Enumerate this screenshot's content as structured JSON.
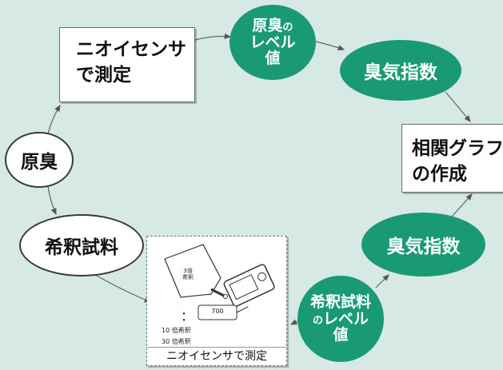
{
  "nodes": {
    "sensor_top": {
      "line1": "ニオイセンサ",
      "line2": "で測定"
    },
    "raw_odor": "原臭",
    "raw_level": {
      "line1a": "原臭",
      "line1b": "の",
      "line2": "レベル",
      "line3": "値"
    },
    "odor_index_top": "臭気指数",
    "correlation": {
      "line1": "相関グラフ",
      "line2": "の作成"
    },
    "diluted_sample": "希釈試料",
    "odor_index_bottom": "臭気指数",
    "diluted_level": {
      "line1": "希釈試料",
      "line2a": "の",
      "line2b": "レベル",
      "line3": "値"
    },
    "sensor_bottom": {
      "caption": "ニオイセンサで測定",
      "bag_label_1": "3倍",
      "bag_label_2": "希釈",
      "dots": "：",
      "dilution_10": "10 倍希釈",
      "dilution_30": "30 倍希釈",
      "display_value": "700"
    }
  },
  "colors": {
    "background": "#d6e9e4",
    "green": "#1a9a72"
  }
}
